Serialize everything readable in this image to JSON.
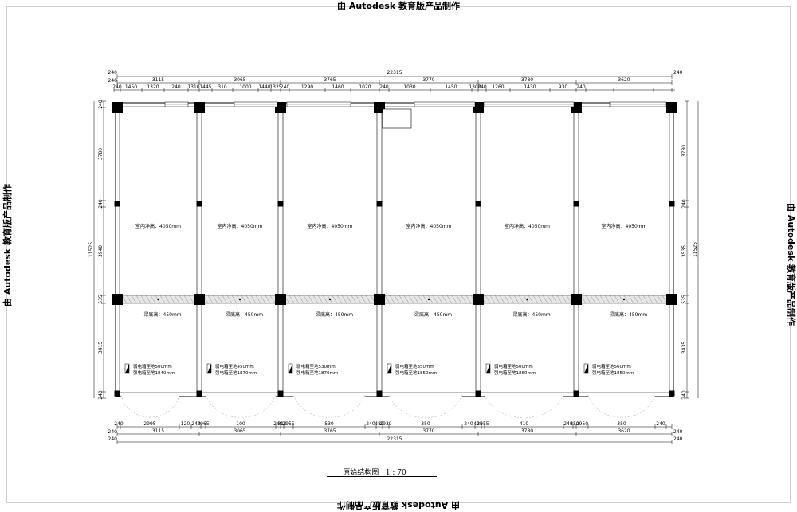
{
  "watermark": {
    "text": "由 Autodesk 教育版产品制作"
  },
  "drawing": {
    "title": "原始结构图",
    "scale": "1 : 70"
  },
  "top_dims": {
    "total": "22315",
    "bays": [
      "3115",
      "3065",
      "3765",
      "3770",
      "3780",
      "3620"
    ],
    "wall": "240",
    "sub": [
      "240",
      "1450",
      "1320",
      "240",
      "1310",
      "1445",
      "310",
      "1000",
      "1440",
      "1325",
      "240",
      "1290",
      "1460",
      "1020",
      "240",
      "1030",
      "1450",
      "1300",
      "240",
      "1260",
      "1430",
      "930",
      "240"
    ]
  },
  "bottom_dims": {
    "total": "22315",
    "bays": [
      "3115",
      "3065",
      "3765",
      "3770",
      "3780",
      "3620"
    ],
    "sub": [
      "240",
      "2995",
      "120",
      "240",
      "2965",
      "100",
      "240",
      "310",
      "2955",
      "530",
      "240",
      "480",
      "2930",
      "350",
      "240",
      "415",
      "2955",
      "410",
      "240",
      "350",
      "2950",
      "350",
      "240"
    ]
  },
  "left_dims": {
    "total": "11525",
    "segs": [
      "240",
      "3780",
      "240",
      "3940",
      "535",
      "3415",
      "240"
    ]
  },
  "right_dims": {
    "total": "11525",
    "segs": [
      "3780",
      "240",
      "3535",
      "535",
      "3435",
      "240"
    ]
  },
  "rooms": [
    {
      "height": "室内净高：4050mm",
      "beam": "梁底高：450mm",
      "note1": "弱电箱至地500mm",
      "note2": "强电箱至地1840mm"
    },
    {
      "height": "室内净高：4050mm",
      "beam": "梁底高：450mm",
      "note1": "弱电箱至地450mm",
      "note2": "强电箱至地1870mm"
    },
    {
      "height": "室内净高：4050mm",
      "beam": "梁底高：450mm",
      "note1": "弱电箱至地530mm",
      "note2": "强电箱至地1870mm"
    },
    {
      "height": "室内净高：4050mm",
      "beam": "梁底高：450mm",
      "note1": "弱电箱至地350mm",
      "note2": "强电箱至地1850mm"
    },
    {
      "height": "室内净高：4050mm",
      "beam": "梁底高：450mm",
      "note1": "弱电箱至地500mm",
      "note2": "强电箱至地1860mm"
    },
    {
      "height": "室内净高：4050mm",
      "beam": "梁底高：450mm",
      "note1": "弱电箱至地560mm",
      "note2": "强电箱至地1850mm"
    }
  ]
}
